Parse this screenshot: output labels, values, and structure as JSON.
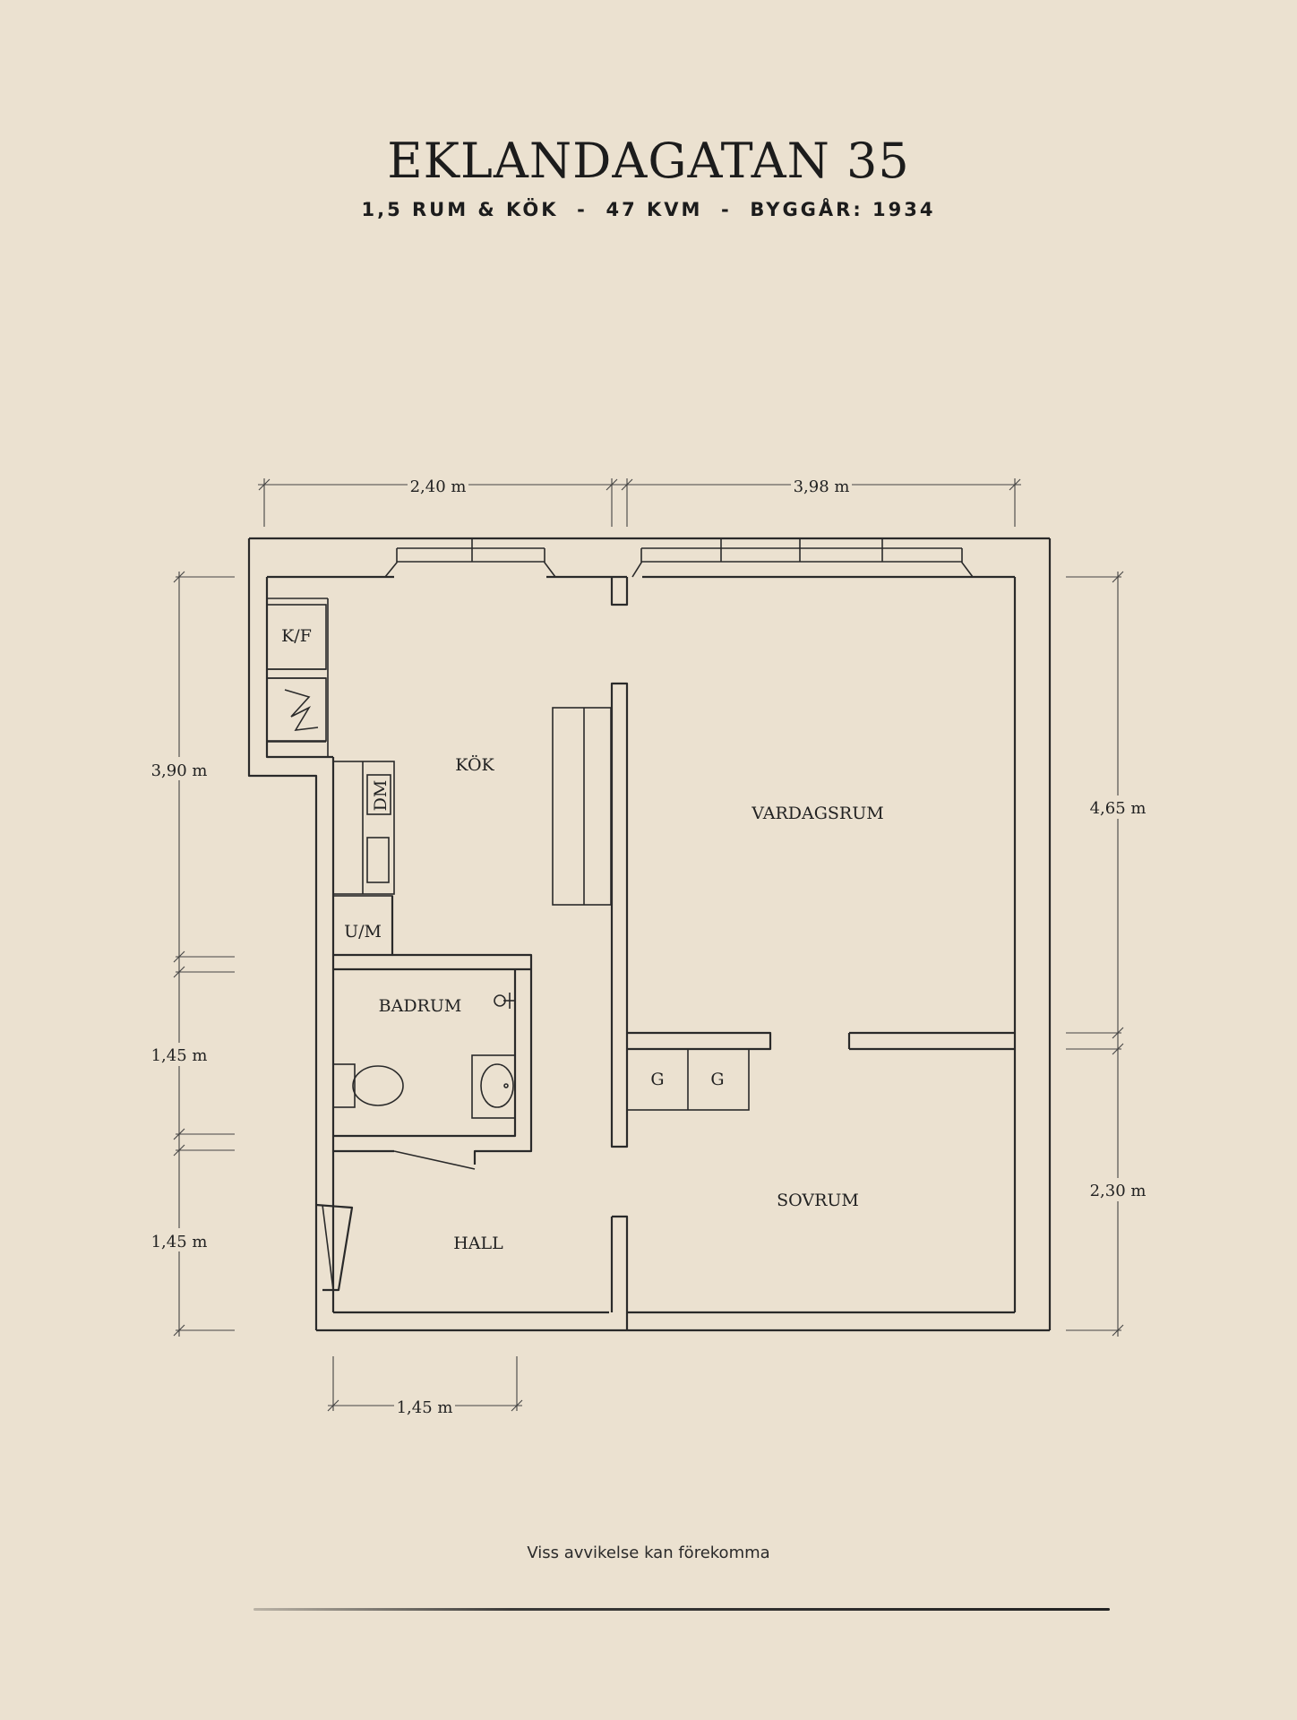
{
  "header": {
    "title": "EKLANDAGATAN 35",
    "subtitle": "1,5 RUM & KÖK  -  47 KVM  -  BYGGÅR: 1934"
  },
  "rooms": {
    "kok": "KÖK",
    "vardagsrum": "VARDAGSRUM",
    "badrum": "BADRUM",
    "hall": "HALL",
    "sovrum": "SOVRUM"
  },
  "fixtures": {
    "kf": "K/F",
    "dm": "DM",
    "um": "U/M",
    "g1": "G",
    "g2": "G"
  },
  "dimensions": {
    "top_left": "2,40 m",
    "top_right": "3,98 m",
    "left_top": "3,90 m",
    "left_middle": "1,45 m",
    "left_bottom": "1,45 m",
    "right_top": "4,65 m",
    "right_bottom": "2,30 m",
    "bottom": "1,45 m"
  },
  "footer": {
    "note": "Viss avvikelse kan förekomma"
  }
}
